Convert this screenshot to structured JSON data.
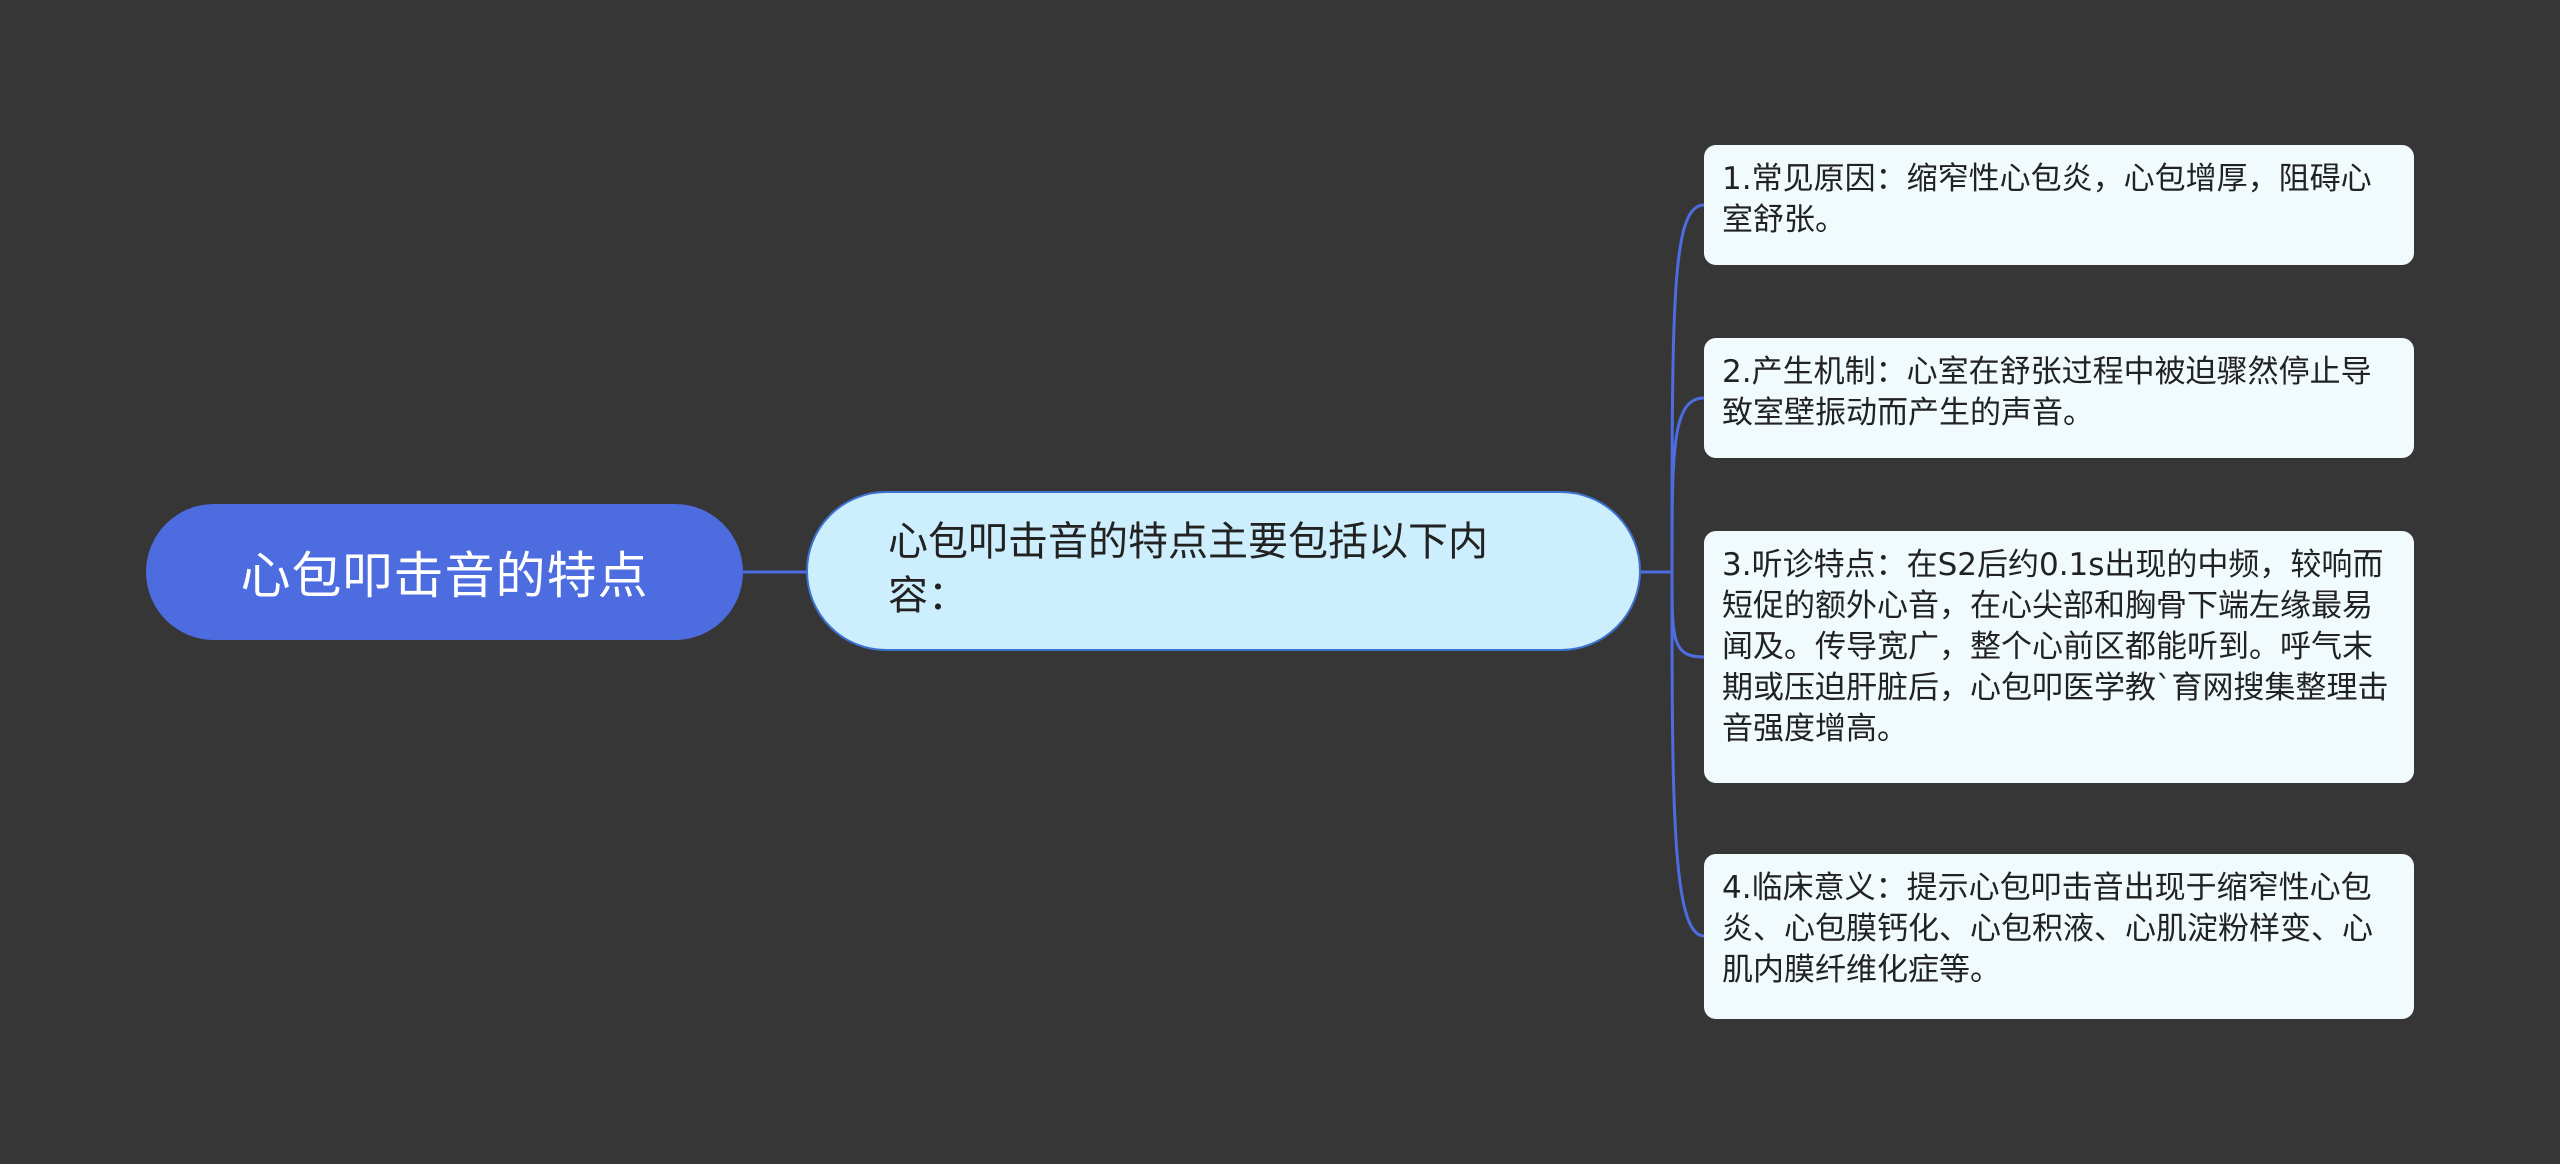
{
  "colors": {
    "background": "#373637",
    "root_fill": "#4d6ce0",
    "central_fill": "#cdeefc",
    "leaf_fill": "#f1fbfd",
    "connector": "#4d6ce0"
  },
  "mindmap": {
    "root": {
      "label": "心包叩击音的特点"
    },
    "central": {
      "label": "心包叩击音的特点主要包括以下内容："
    },
    "branches": [
      {
        "label": "1.常见原因：缩窄性心包炎，心包增厚，阻碍心室舒张。"
      },
      {
        "label": "2.产生机制：心室在舒张过程中被迫骤然停止导致室壁振动而产生的声音。"
      },
      {
        "label": "3.听诊特点：在S2后约0.1s出现的中频，较响而短促的额外心音，在心尖部和胸骨下端左缘最易闻及。传导宽广，整个心前区都能听到。呼气末期或压迫肝脏后，心包叩医学教`育网搜集整理击音强度增高。"
      },
      {
        "label": "4.临床意义：提示心包叩击音出现于缩窄性心包炎、心包膜钙化、心包积液、心肌淀粉样变、心肌内膜纤维化症等。"
      }
    ]
  }
}
